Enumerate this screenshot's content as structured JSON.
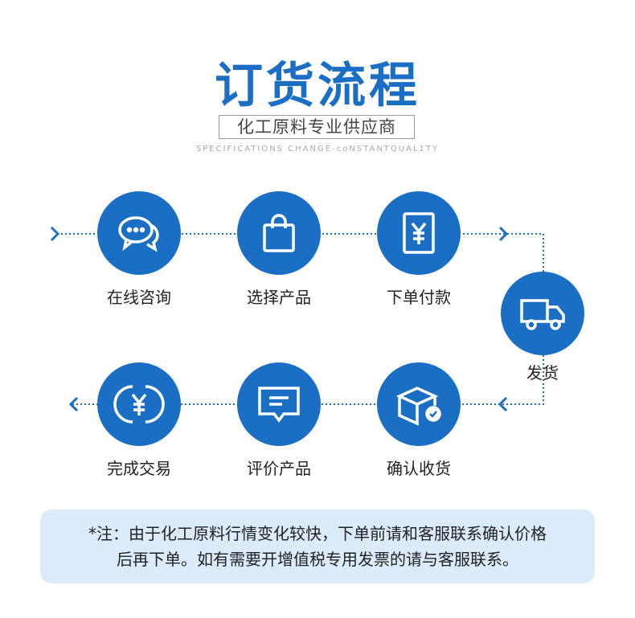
{
  "header": {
    "title": "订货流程",
    "subtitle": "化工原料专业供应商",
    "tagline": "SPECIFICATIONS CHANGE-coNSTANTQUAL1TY"
  },
  "steps": [
    {
      "label": "在线咨询",
      "icon": "chat-bubbles-icon"
    },
    {
      "label": "选择产品",
      "icon": "shopping-bag-icon"
    },
    {
      "label": "下单付款",
      "icon": "yen-bill-icon"
    },
    {
      "label": "发货",
      "icon": "truck-icon"
    },
    {
      "label": "确认收货",
      "icon": "package-check-icon"
    },
    {
      "label": "评价产品",
      "icon": "comment-icon"
    },
    {
      "label": "完成交易",
      "icon": "yen-cycle-icon"
    }
  ],
  "note": {
    "line1": "*注：由于化工原料行情变化较快，下单前请和客服联系确认价格",
    "line2": "后再下单。如有需要开增值税专用发票的请与客服联系。"
  },
  "colors": {
    "accent": "#1a6fc4",
    "note_bg": "#dcebfa"
  }
}
